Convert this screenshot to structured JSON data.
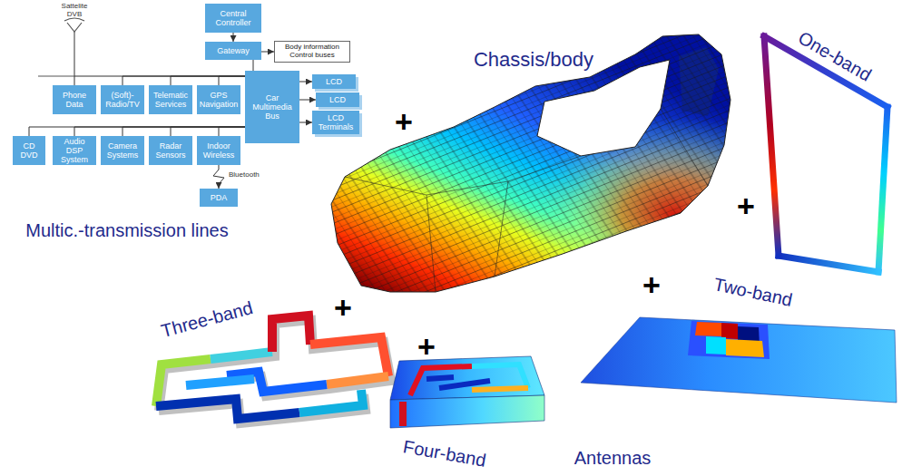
{
  "diagram": {
    "nodes": [
      {
        "text": [
          "Central Controller"
        ]
      },
      {
        "text": [
          "Gateway"
        ]
      },
      {
        "text": [
          "Body information Control buses"
        ]
      },
      {
        "text": [
          "Phone Data"
        ]
      },
      {
        "text": [
          "(Soft)-Radio/TV"
        ]
      },
      {
        "text": [
          "Telematic Services"
        ]
      },
      {
        "text": [
          "GPS Navigation"
        ]
      },
      {
        "text": [
          "Car Multimedia Bus"
        ]
      },
      {
        "text": [
          "LCD"
        ]
      },
      {
        "text": [
          "LCD"
        ]
      },
      {
        "text": [
          "LCD Terminals"
        ]
      },
      {
        "text": [
          "CD DVD"
        ]
      },
      {
        "text": [
          "Audio DSP System"
        ]
      },
      {
        "text": [
          "Camera Systems"
        ]
      },
      {
        "text": [
          "Radar Sensors"
        ]
      },
      {
        "text": [
          "Indoor Wireless"
        ]
      },
      {
        "text": [
          "PDA"
        ]
      }
    ],
    "edges": [
      {
        "from": 0,
        "to": 1,
        "arrow": "to"
      },
      {
        "from": 1,
        "to": 2,
        "arrow": "to"
      },
      {
        "from": 1,
        "to": 7,
        "arrow": "none"
      },
      {
        "from": 7,
        "to": 3,
        "arrow": "none"
      },
      {
        "from": 7,
        "to": 4,
        "arrow": "none"
      },
      {
        "from": 7,
        "to": 5,
        "arrow": "none"
      },
      {
        "from": 7,
        "to": 6,
        "arrow": "none"
      },
      {
        "from": 7,
        "to": 8,
        "arrow": "to"
      },
      {
        "from": 7,
        "to": 9,
        "arrow": "to"
      },
      {
        "from": 7,
        "to": 10,
        "arrow": "to"
      },
      {
        "from": 7,
        "to": 11,
        "arrow": "none"
      },
      {
        "from": 7,
        "to": 12,
        "arrow": "none"
      },
      {
        "from": 7,
        "to": 13,
        "arrow": "none"
      },
      {
        "from": 7,
        "to": 14,
        "arrow": "none"
      },
      {
        "from": 7,
        "to": 15,
        "arrow": "none"
      },
      {
        "from": 15,
        "to": 16,
        "label": "Bluetooth",
        "arrow": "to"
      }
    ],
    "labels": [
      "Sattelite DVB",
      "Chassis/body",
      "One-band",
      "Two-band",
      "Three-band",
      "Four-band",
      "Antennas",
      "Multic.-transmission lines",
      "+",
      "+",
      "+",
      "+",
      "+"
    ]
  }
}
